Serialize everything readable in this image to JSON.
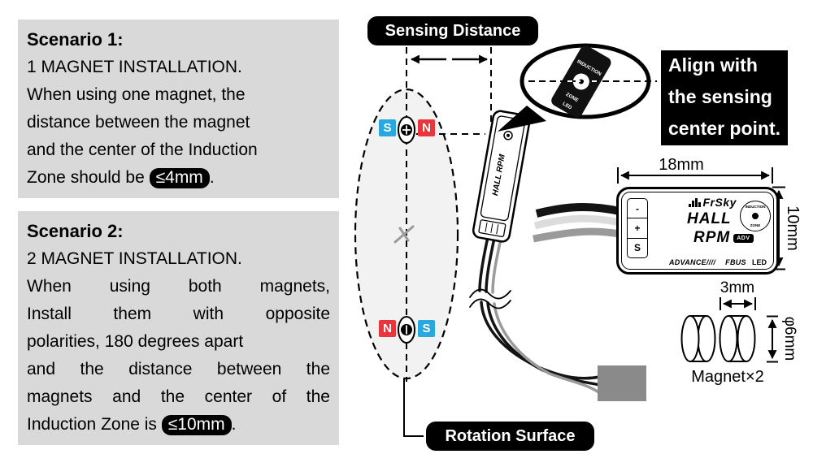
{
  "scenario1": {
    "heading": "Scenario 1:",
    "line1": "1 MAGNET INSTALLATION.",
    "line2": "When using one magnet, the",
    "line3": "distance between the magnet",
    "line4": "and the center of the Induction",
    "line5_pre": "Zone should be ",
    "line5_highlight": "≤4mm",
    "line5_post": "."
  },
  "scenario2": {
    "heading": "Scenario 2:",
    "line1": "2 MAGNET INSTALLATION.",
    "line2": "When using both magnets,",
    "line3": "Install them with opposite",
    "line4": "polarities, 180 degrees apart",
    "line5": "and the distance between the",
    "line6": "magnets and the center of the",
    "line7_pre": "Induction Zone is ",
    "line7_highlight": "≤10mm",
    "line7_post": "."
  },
  "callouts": {
    "sensing_distance": "Sensing Distance",
    "rotation_surface": "Rotation Surface",
    "align_line1": "Align with",
    "align_line2": "the sensing",
    "align_line3": "center point."
  },
  "magnet_poles": {
    "top_left": "S",
    "top_right": "N",
    "bottom_left": "N",
    "bottom_right": "S"
  },
  "mini_sensor": {
    "label": "HALL RPM"
  },
  "magnifier": {
    "induction_line1": "INDUCTION",
    "induction_line2": "ZONE",
    "led": "LED"
  },
  "sensor": {
    "brand": "FrSky",
    "model_line1": "HALL",
    "model_line2": "RPM",
    "model_tag": "ADV",
    "advance": "ADVANCE////",
    "fbus": "FBUS",
    "led": "LED",
    "pin1": "-",
    "pin2": "+",
    "pin3": "S",
    "induction_top": "INDUCTION",
    "induction_bottom": "ZONE"
  },
  "dimensions": {
    "sensor_width": "18mm",
    "sensor_height": "10mm",
    "magnet_thickness": "3mm",
    "magnet_diameter": "φ6mm",
    "magnet_count": "Magnet×2"
  },
  "colors": {
    "panel_bg": "#d9d9d9",
    "highlight_bg": "#000000",
    "south_pole": "#29a8e0",
    "north_pole": "#e8363c"
  }
}
